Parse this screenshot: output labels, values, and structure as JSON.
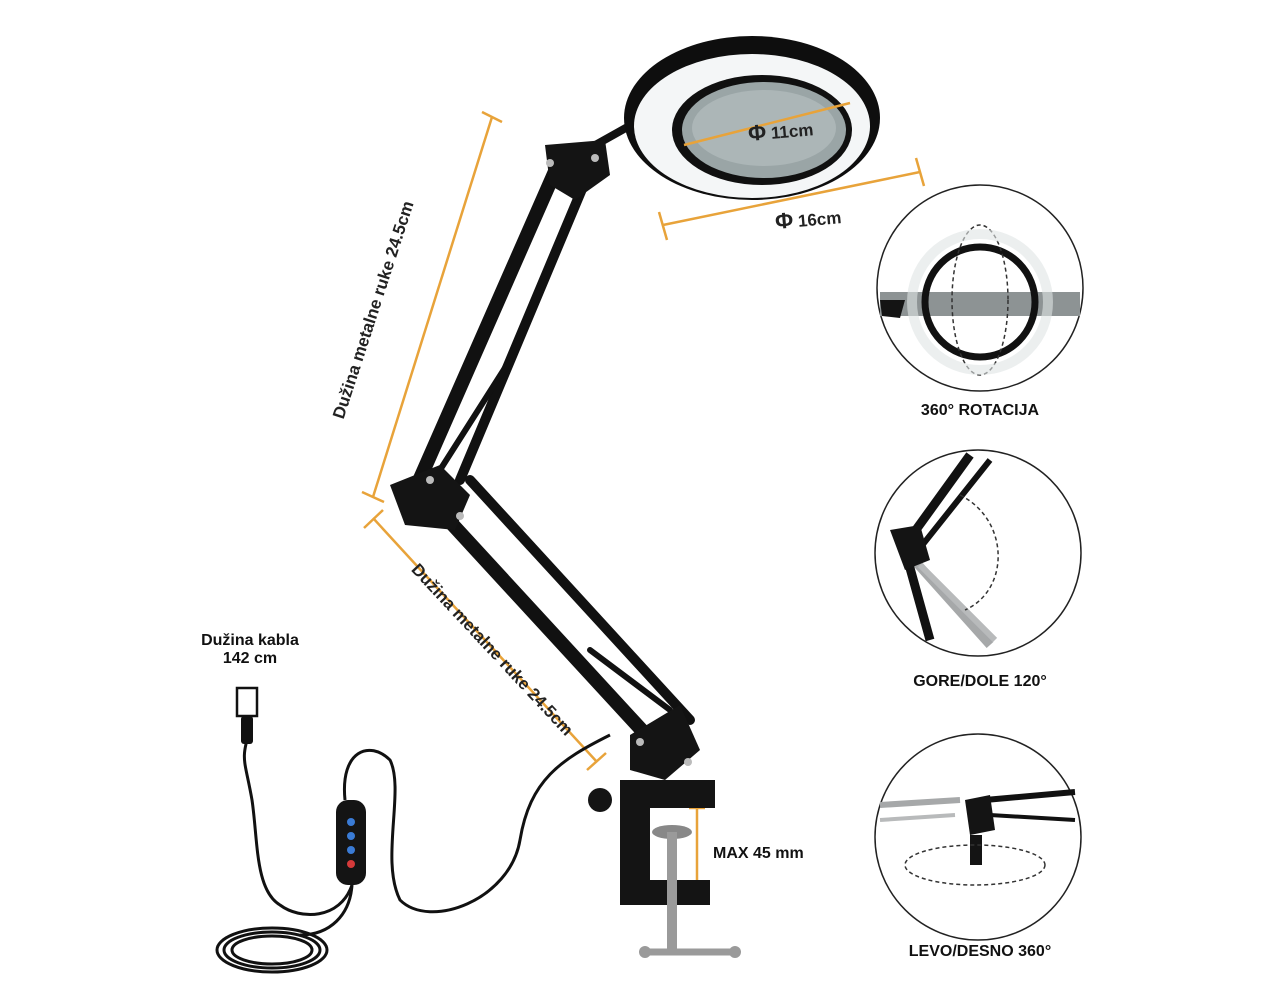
{
  "labels": {
    "inner_diameter": "11cm",
    "outer_diameter": "16cm",
    "arm_upper": "Dužina metalne ruke 24.5cm",
    "arm_lower": "Dužina metalne ruke 24.5cm",
    "cable_line1": "Dužina kabla",
    "cable_line2": "142 cm",
    "clamp_max": "MAX 45 mm",
    "rotation": "360° ROTACIJA",
    "updown": "GORE/DOLE 120°",
    "leftright": "LEVO/DESNO 360°"
  },
  "colors": {
    "dimension_line": "#e8a33a",
    "lamp_body": "#111111",
    "led_ring": "#f4f6f7",
    "lens": "#9aa5a6"
  },
  "icons": {
    "diameter_symbol": "Φ"
  }
}
